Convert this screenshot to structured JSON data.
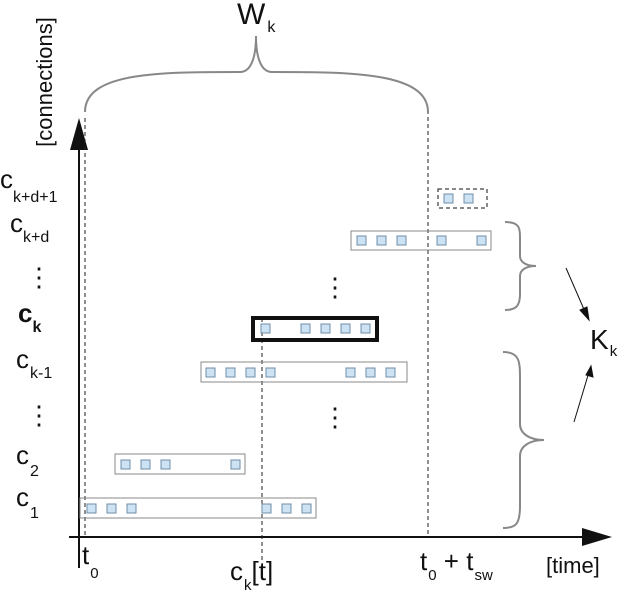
{
  "axes": {
    "y_label": "[connections]",
    "x_label": "[time]"
  },
  "window": {
    "main": "W",
    "sub": "k"
  },
  "set_label": {
    "main": "K",
    "sub": "k"
  },
  "time_marks": {
    "t0": {
      "main": "t",
      "sub": "0"
    },
    "ck_t": {
      "main": "c",
      "sub": "k",
      "suffix": "[t]"
    },
    "t0_tsw": {
      "main": "t",
      "sub1": "0",
      "plus": " + t",
      "sub2": "sw"
    }
  },
  "rows": {
    "ck_d1": {
      "main": "c",
      "sub": "k+d+1"
    },
    "ck_d": {
      "main": "c",
      "sub": "k+d"
    },
    "dots_top": "⋮",
    "ck": {
      "main": "c",
      "sub": "k"
    },
    "ck_1": {
      "main": "c",
      "sub": "k-1"
    },
    "dots_mid": "⋮",
    "c2": {
      "main": "c",
      "sub": "2"
    },
    "c1": {
      "main": "c",
      "sub": "1"
    }
  },
  "dots": {
    "upper": "⋮",
    "lower": "⋮"
  },
  "colors": {
    "packet_fill": "#cde2f2",
    "packet_stroke": "#6f8ea8",
    "bar_stroke": "#888888",
    "highlight_stroke": "#111111",
    "brace": "#888888"
  }
}
